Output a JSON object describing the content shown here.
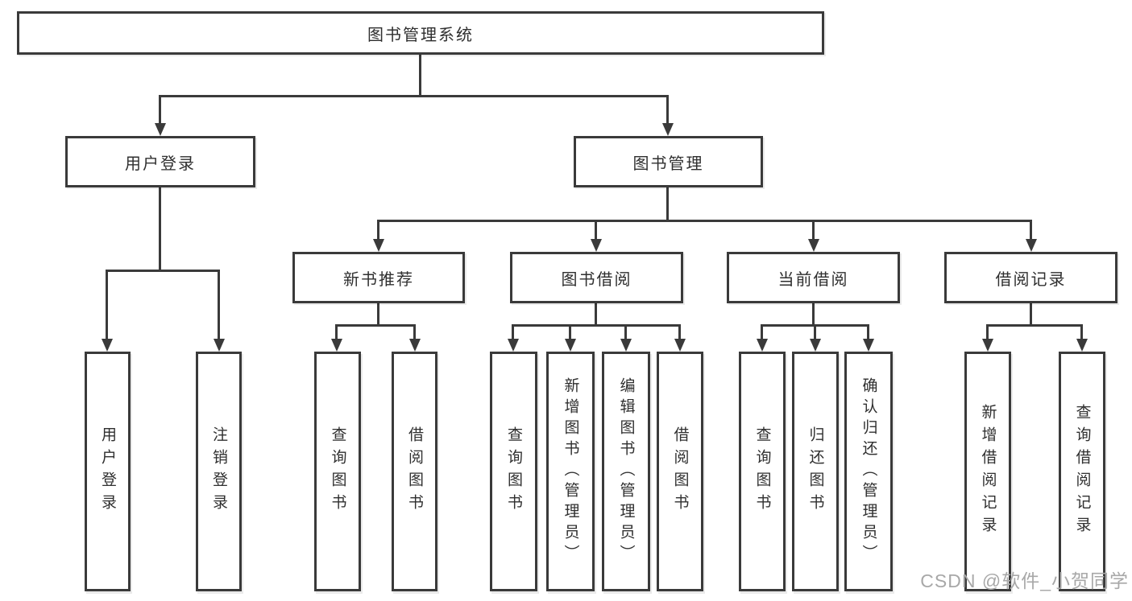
{
  "diagram_type": "hierarchy-tree",
  "root": {
    "label": "图书管理系统"
  },
  "level2": [
    {
      "label": "用户登录"
    },
    {
      "label": "图书管理"
    }
  ],
  "level3": [
    {
      "label": "新书推荐"
    },
    {
      "label": "图书借阅"
    },
    {
      "label": "当前借阅"
    },
    {
      "label": "借阅记录"
    }
  ],
  "leaves": {
    "login": [
      "用户登录",
      "注销登录"
    ],
    "recommend": [
      "查询图书",
      "借阅图书"
    ],
    "borrow": [
      "查询图书",
      "新增图书（管理员）",
      "编辑图书（管理员）",
      "借阅图书"
    ],
    "current": [
      "查询图书",
      "归还图书",
      "确认归还（管理员）"
    ],
    "records": [
      "新增借阅记录",
      "查询借阅记录"
    ]
  },
  "watermark": "CSDN @软件_小贺同学",
  "colors": {
    "line": "#3a3a3a",
    "text": "#2f2f2f",
    "watermark": "#a8a8a8",
    "background": "#ffffff"
  }
}
